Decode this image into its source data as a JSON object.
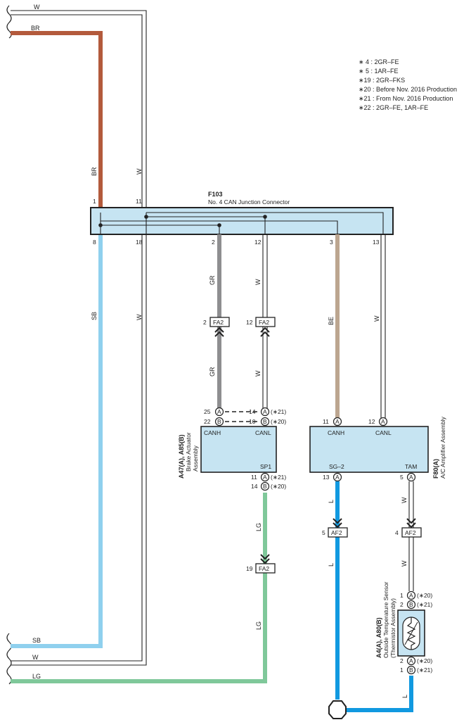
{
  "notes": [
    "∗ 4 : 2GR–FE",
    "∗ 5 : 1AR–FE",
    "∗19 : 2GR–FKS",
    "∗20 : Before Nov.  2016 Production",
    "∗21 : From Nov.  2016 Production",
    "∗22 : 2GR–FE,  1AR–FE"
  ],
  "colors": {
    "BR": "#b35a3c",
    "SB": "#8fd0ee",
    "GR": "#8e8e90",
    "BE": "#bca690",
    "L": "#1199e0",
    "LG": "#7fc89a",
    "W": "#ffffff",
    "box": "#c6e4f2",
    "line": "#222222"
  },
  "left_wires": {
    "top_w": "W",
    "top_br": "BR",
    "bottom_sb": "SB",
    "bottom_w": "W",
    "bottom_lg": "LG"
  },
  "junction": {
    "id": "F103",
    "name": "No.  4 CAN Junction Connector",
    "pins_top": [
      "1",
      "11"
    ],
    "pins_bottom": [
      "8",
      "18",
      "2",
      "12",
      "3",
      "13"
    ]
  },
  "wires": {
    "br": "BR",
    "w11": "W",
    "sb": "SB",
    "w18": "W",
    "gr": "GR",
    "w12": "W",
    "be": "BE",
    "w13": "W",
    "l": "L",
    "w_tam": "W",
    "lg": "LG"
  },
  "connectors": {
    "fa2_a": {
      "pin": "2",
      "name": "FA2"
    },
    "fa2_b": {
      "pin": "12",
      "name": "FA2"
    },
    "fa2_c": {
      "pin": "19",
      "name": "FA2"
    },
    "af2_a": {
      "pin": "5",
      "name": "AF2"
    },
    "af2_b": {
      "pin": "4",
      "name": "AF2"
    }
  },
  "brake": {
    "id": "A47(A), A85(B)",
    "name_line1": "Brake Actuator",
    "name_line2": "Assembly",
    "canh": "CANH",
    "canl": "CANL",
    "sp1": "SP1",
    "pins": {
      "canh_a": "25",
      "canh_b": "22",
      "canl_a": "14",
      "canl_b": "10",
      "sp1_a": "11",
      "sp1_b": "14"
    }
  },
  "ac": {
    "id": "F80(A)",
    "name": "A/C Amplifier Assembly",
    "canh": "CANH",
    "canl": "CANL",
    "sg2": "SG–2",
    "tam": "TAM",
    "pins": {
      "canh": "11",
      "canl": "12",
      "sg2": "13",
      "tam": "5"
    }
  },
  "sensor": {
    "id": "A4(A), A80(B)",
    "name_line1": "Outside Temperature Sensor",
    "name_line2": "(Thermistor Assembly)",
    "pins": {
      "top_a": "1",
      "top_b": "2",
      "bot_a": "2",
      "bot_b": "1"
    }
  },
  "tags": {
    "t20": "(∗20)",
    "t21": "(∗21)"
  },
  "letters": {
    "a": "A",
    "b": "B"
  }
}
